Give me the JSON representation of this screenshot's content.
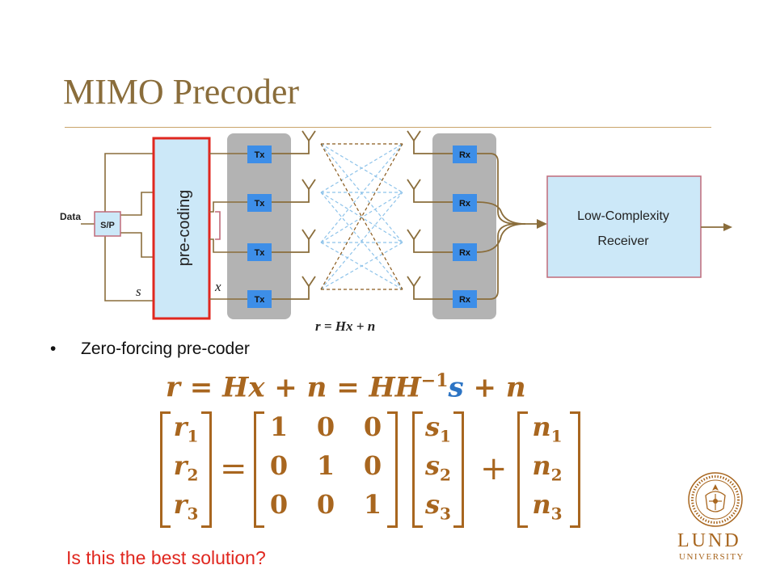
{
  "slide": {
    "title": "MIMO Precoder"
  },
  "diagram": {
    "data_label": "Data",
    "sp_label": "S/P",
    "precoding_label": "pre-coding",
    "s_label": "s",
    "x_label": "x",
    "tx_labels": [
      "Tx",
      "Tx",
      "Tx",
      "Tx"
    ],
    "rx_labels": [
      "Rx",
      "Rx",
      "Rx",
      "Rx"
    ],
    "receiver_line1": "Low-Complexity",
    "receiver_line2": "Receiver",
    "channel_eq": "r = Hx + n",
    "colors": {
      "tx_rx_box": "#3d8ee8",
      "panel": "#b3b3b3",
      "highlight": "#e0271f",
      "receiver_fill": "#cce8f8",
      "receiver_border": "#c06b7a",
      "wire": "#8a6d3b",
      "direct_path": "#8a5a1c",
      "cross_path": "#8ec3ea"
    }
  },
  "bullet": {
    "text": "Zero-forcing pre-coder"
  },
  "equation": {
    "lhs": "r = Hx + n = HH",
    "sup": "−1",
    "s": "s",
    "tail": " + n"
  },
  "matrix": {
    "r": [
      {
        "v": "r",
        "i": "1"
      },
      {
        "v": "r",
        "i": "2"
      },
      {
        "v": "r",
        "i": "3"
      }
    ],
    "identity": [
      [
        "1",
        "0",
        "0"
      ],
      [
        "0",
        "1",
        "0"
      ],
      [
        "0",
        "0",
        "1"
      ]
    ],
    "s": [
      {
        "v": "s",
        "i": "1"
      },
      {
        "v": "s",
        "i": "2"
      },
      {
        "v": "s",
        "i": "3"
      }
    ],
    "n": [
      {
        "v": "n",
        "i": "1"
      },
      {
        "v": "n",
        "i": "2"
      },
      {
        "v": "n",
        "i": "3"
      }
    ],
    "equals": "=",
    "plus": "+"
  },
  "question": "Is this the best solution?",
  "logo": {
    "line1": "LUND",
    "line2": "UNIVERSITY",
    "seal_icon": "university-seal-icon",
    "color": "#a8661f"
  }
}
